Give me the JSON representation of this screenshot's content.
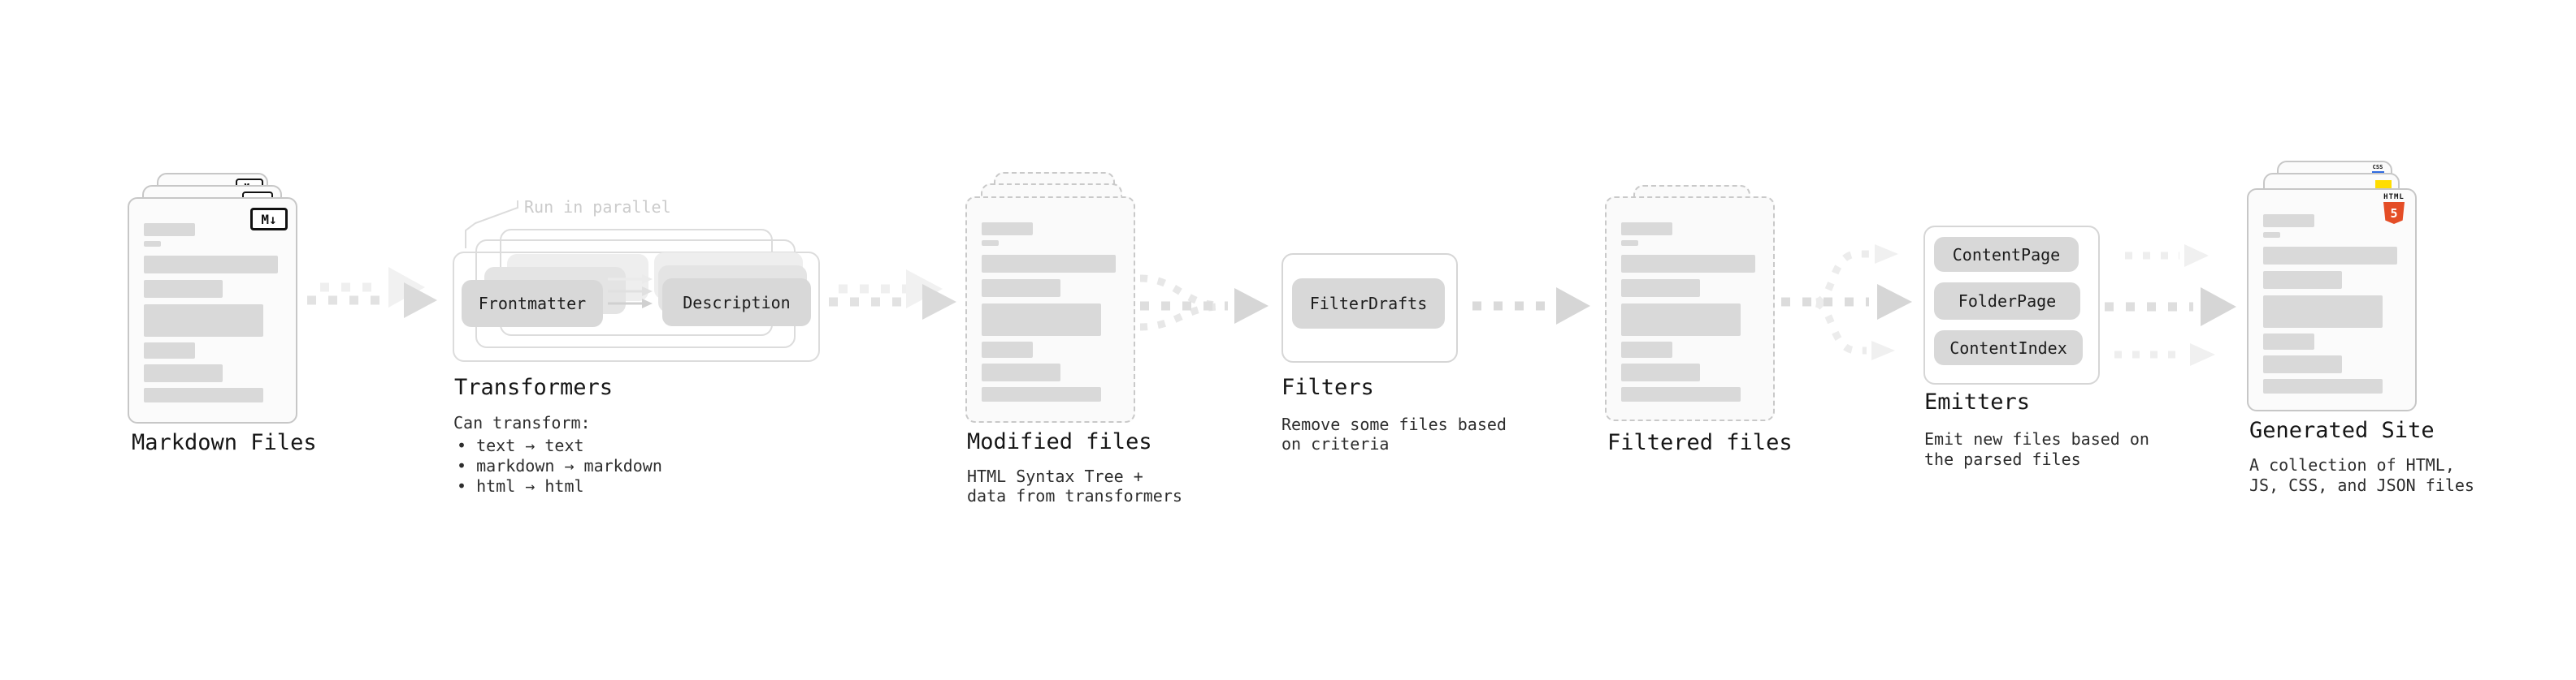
{
  "diagram": {
    "markdown": {
      "label": "Markdown Files",
      "badge": "M↓"
    },
    "transformers": {
      "callout": "Run in parallel",
      "chip_left": "Frontmatter",
      "chip_right": "Description",
      "title": "Transformers",
      "desc_heading": "Can transform:",
      "bullets": [
        "• text → text",
        "• markdown → markdown",
        "• html → html"
      ]
    },
    "modified": {
      "label": "Modified files",
      "desc": [
        "HTML Syntax Tree +",
        "data from transformers"
      ]
    },
    "filters": {
      "title": "Filters",
      "chip": "FilterDrafts",
      "desc": [
        "Remove some files based",
        "on criteria"
      ]
    },
    "filtered": {
      "label": "Filtered files"
    },
    "emitters": {
      "title": "Emitters",
      "chips": [
        "ContentPage",
        "FolderPage",
        "ContentIndex"
      ],
      "desc": [
        "Emit new files based on",
        "the parsed files"
      ]
    },
    "generated": {
      "label": "Generated Site",
      "desc": [
        "A collection of HTML,",
        "JS, CSS, and JSON files"
      ],
      "badges": {
        "css": "CSS",
        "html_label": "HTML",
        "html_number": "5"
      }
    }
  },
  "icons": {
    "markdown_badge": "M↓",
    "html5_badge": "orange HTML5 shield",
    "js_badge": "yellow JS square",
    "css_badge": "CSS wordmark with blue bar",
    "arrow_style": "gray dashed arrows"
  },
  "colors": {
    "background": "#ffffff",
    "doc_border": "#c7c7c7",
    "placeholder_gray": "#d9d9d9",
    "chip_gray": "#d8d8d8",
    "arrow_gray": "#d6d6d6",
    "callout_gray": "#cbcbcb",
    "html5_orange": "#e44d26",
    "js_yellow": "#ffdd00",
    "css_blue": "#2f6ae0"
  }
}
